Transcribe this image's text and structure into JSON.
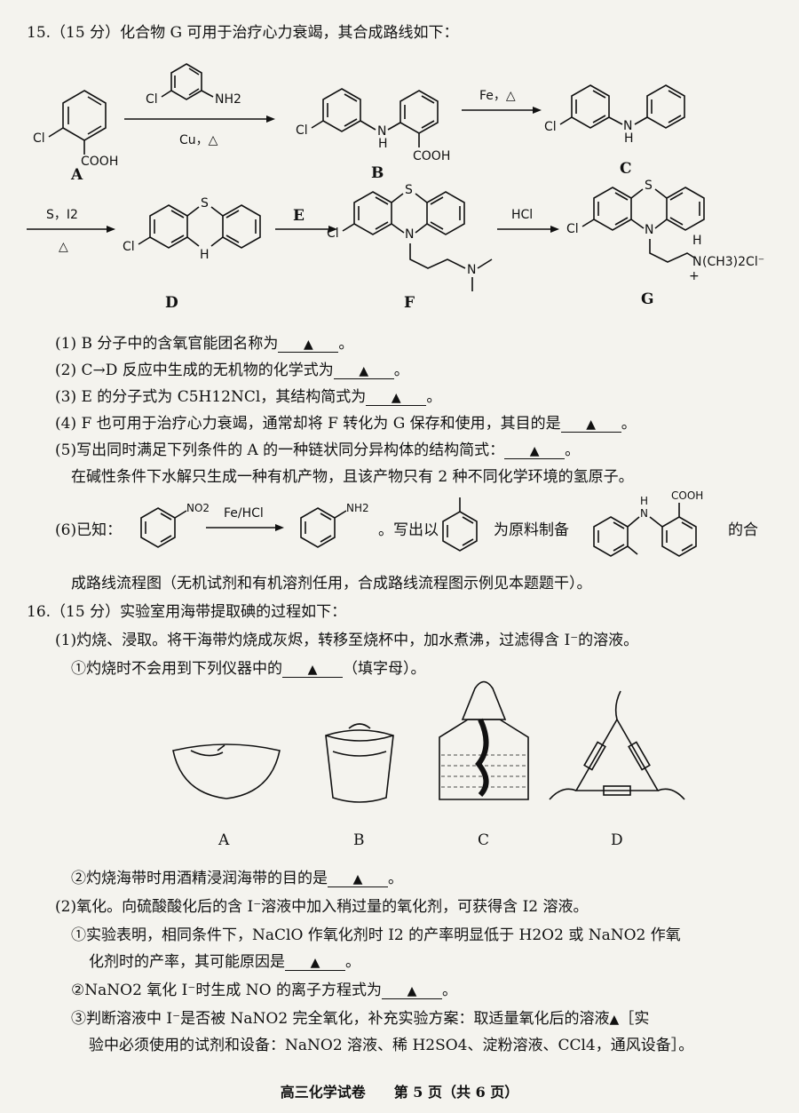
{
  "q15": {
    "header": "15.（15 分）化合物 G 可用于治疗心力衰竭，其合成路线如下：",
    "labels": {
      "A": "A",
      "B": "B",
      "C": "C",
      "D": "D",
      "F": "F",
      "G": "G"
    },
    "atoms": {
      "cl": "Cl",
      "nh2": "NH2",
      "nh": "N",
      "h": "H",
      "cooh": "COOH",
      "s": "S",
      "n": "N",
      "hcl_salt": "(CH3)2Cl⁻",
      "plus": "+"
    },
    "reagents": {
      "r1_top": "Cl–C6H4–NH2",
      "r1_bottom": "Cu，△",
      "r2_top": "Fe，△",
      "r3_top": "S，I2",
      "r3_bottom": "△",
      "r4_top": "E",
      "r5_top": "HCl"
    },
    "q1": "(1) B 分子中的含氧官能团名称为",
    "q2": "(2) C→D 反应中生成的无机物的化学式为",
    "q3": "(3) E 的分子式为 C5H12NCl，其结构简式为",
    "q4": "(4) F 也可用于治疗心力衰竭，通常却将 F 转化为 G 保存和使用，其目的是",
    "q5": "(5)写出同时满足下列条件的 A 的一种链状同分异构体的结构简式：",
    "q5_cond": "在碱性条件下水解只生成一种有机产物，且该产物只有 2 种不同化学环境的氢原子。",
    "q6_a": "(6)已知：",
    "q6_reagent": "Fe/HCl",
    "q6_b": "。写出以",
    "q6_c": "为原料制备",
    "q6_d": "的合",
    "q6_nitro": "NO2",
    "q6_amine": "NH2",
    "q6_cooh": "COOH",
    "q6_n": "N",
    "q6_h": "H",
    "q6_e": "成路线流程图（无机试剂和有机溶剂任用，合成路线流程图示例见本题题干）。"
  },
  "q16": {
    "header": "16.（15 分）实验室用海带提取碘的过程如下：",
    "p1": "(1)灼烧、浸取。将干海带灼烧成灰烬，转移至烧杯中，加水煮沸，过滤得含 I⁻的溶液。",
    "p1_1": "①灼烧时不会用到下列仪器中的",
    "p1_1_end": "（填字母）。",
    "apparatus_labels": [
      "A",
      "B",
      "C",
      "D"
    ],
    "p1_2": "②灼烧海带时用酒精浸润海带的目的是",
    "p2": "(2)氧化。向硫酸酸化后的含 I⁻溶液中加入稍过量的氧化剂，可获得含 I2 溶液。",
    "p2_1a": "①实验表明，相同条件下，NaClO 作氧化剂时 I2 的产率明显低于 H2O2 或 NaNO2 作氧",
    "p2_1b": "化剂时的产率，其可能原因是",
    "p2_2": "②NaNO2 氧化 I⁻时生成 NO 的离子方程式为",
    "p2_3a": "③判断溶液中 I⁻是否被 NaNO2 完全氧化，补充实验方案：取适量氧化后的溶液",
    "p2_3b": "［实",
    "p2_3c": "验中必须使用的试剂和设备：NaNO2 溶液、稀 H2SO4、淀粉溶液、CCl4，通风设备］。"
  },
  "footer": "高三化学试卷　　第 5 页（共 6 页）"
}
